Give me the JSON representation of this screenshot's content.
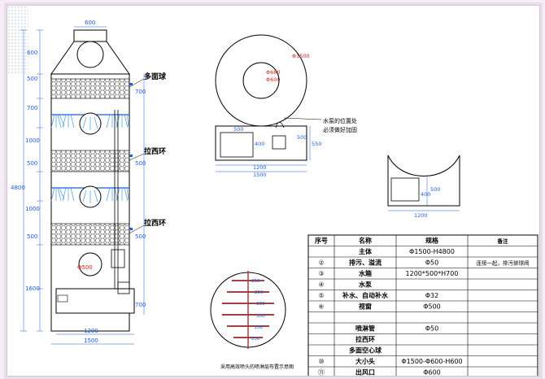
{
  "tower": {
    "dim_top_width": "600",
    "dims_left": [
      "600",
      "500",
      "700",
      "1000",
      "500",
      "1000",
      "500",
      "1600"
    ],
    "dim_overall": "4800",
    "dims_right": [
      "700",
      "500",
      "500",
      "700"
    ],
    "window_dim": "Φ500",
    "dim_bottom_inner": "1200",
    "dim_bottom_outer": "1500",
    "labels": [
      "多面球",
      "拉西环",
      "拉西环"
    ]
  },
  "topview": {
    "outer_dia": "Φ1500",
    "inner_dia_a": "Φ680",
    "inner_dia_b": "Φ600",
    "tank_dim_a": "500",
    "tank_dim_b": "400",
    "tank_dim_c": "550",
    "tank_dim_d": "500",
    "width_a": "1200",
    "width_b": "1500",
    "pump_note_1": "水泵的位置处",
    "pump_note_2": "必须做好加固"
  },
  "tankview": {
    "dim_h1": "400",
    "dim_h2": "500",
    "dim_w": "1200"
  },
  "spray": {
    "dims": [
      "250",
      "250",
      "300",
      "300",
      "200",
      "250"
    ],
    "caption": "采用高效喷头的喷淋层布置示意图"
  },
  "parts_table": {
    "headers": [
      "序号",
      "名称",
      "规格",
      "备注"
    ],
    "rows": [
      [
        "",
        "主体",
        "Φ1500-H4800",
        ""
      ],
      [
        "②",
        "排污、溢流",
        "Φ50",
        "连接一起，排污装球阀"
      ],
      [
        "③",
        "水箱",
        "1200*500*H700",
        ""
      ],
      [
        "④",
        "水泵",
        "",
        ""
      ],
      [
        "⑤",
        "补水、自动补水",
        "Φ32",
        ""
      ],
      [
        "⑥",
        "视窗",
        "Φ500",
        ""
      ],
      [
        "",
        "",
        "",
        ""
      ],
      [
        "",
        "喷淋管",
        "Φ50",
        ""
      ],
      [
        "",
        "拉西环",
        "",
        ""
      ],
      [
        "",
        "多面空心球",
        "",
        ""
      ],
      [
        "⑩",
        "大小头",
        "Φ1500-Φ600-H600",
        ""
      ],
      [
        "⑪",
        "出风口",
        "Φ600",
        ""
      ]
    ]
  }
}
